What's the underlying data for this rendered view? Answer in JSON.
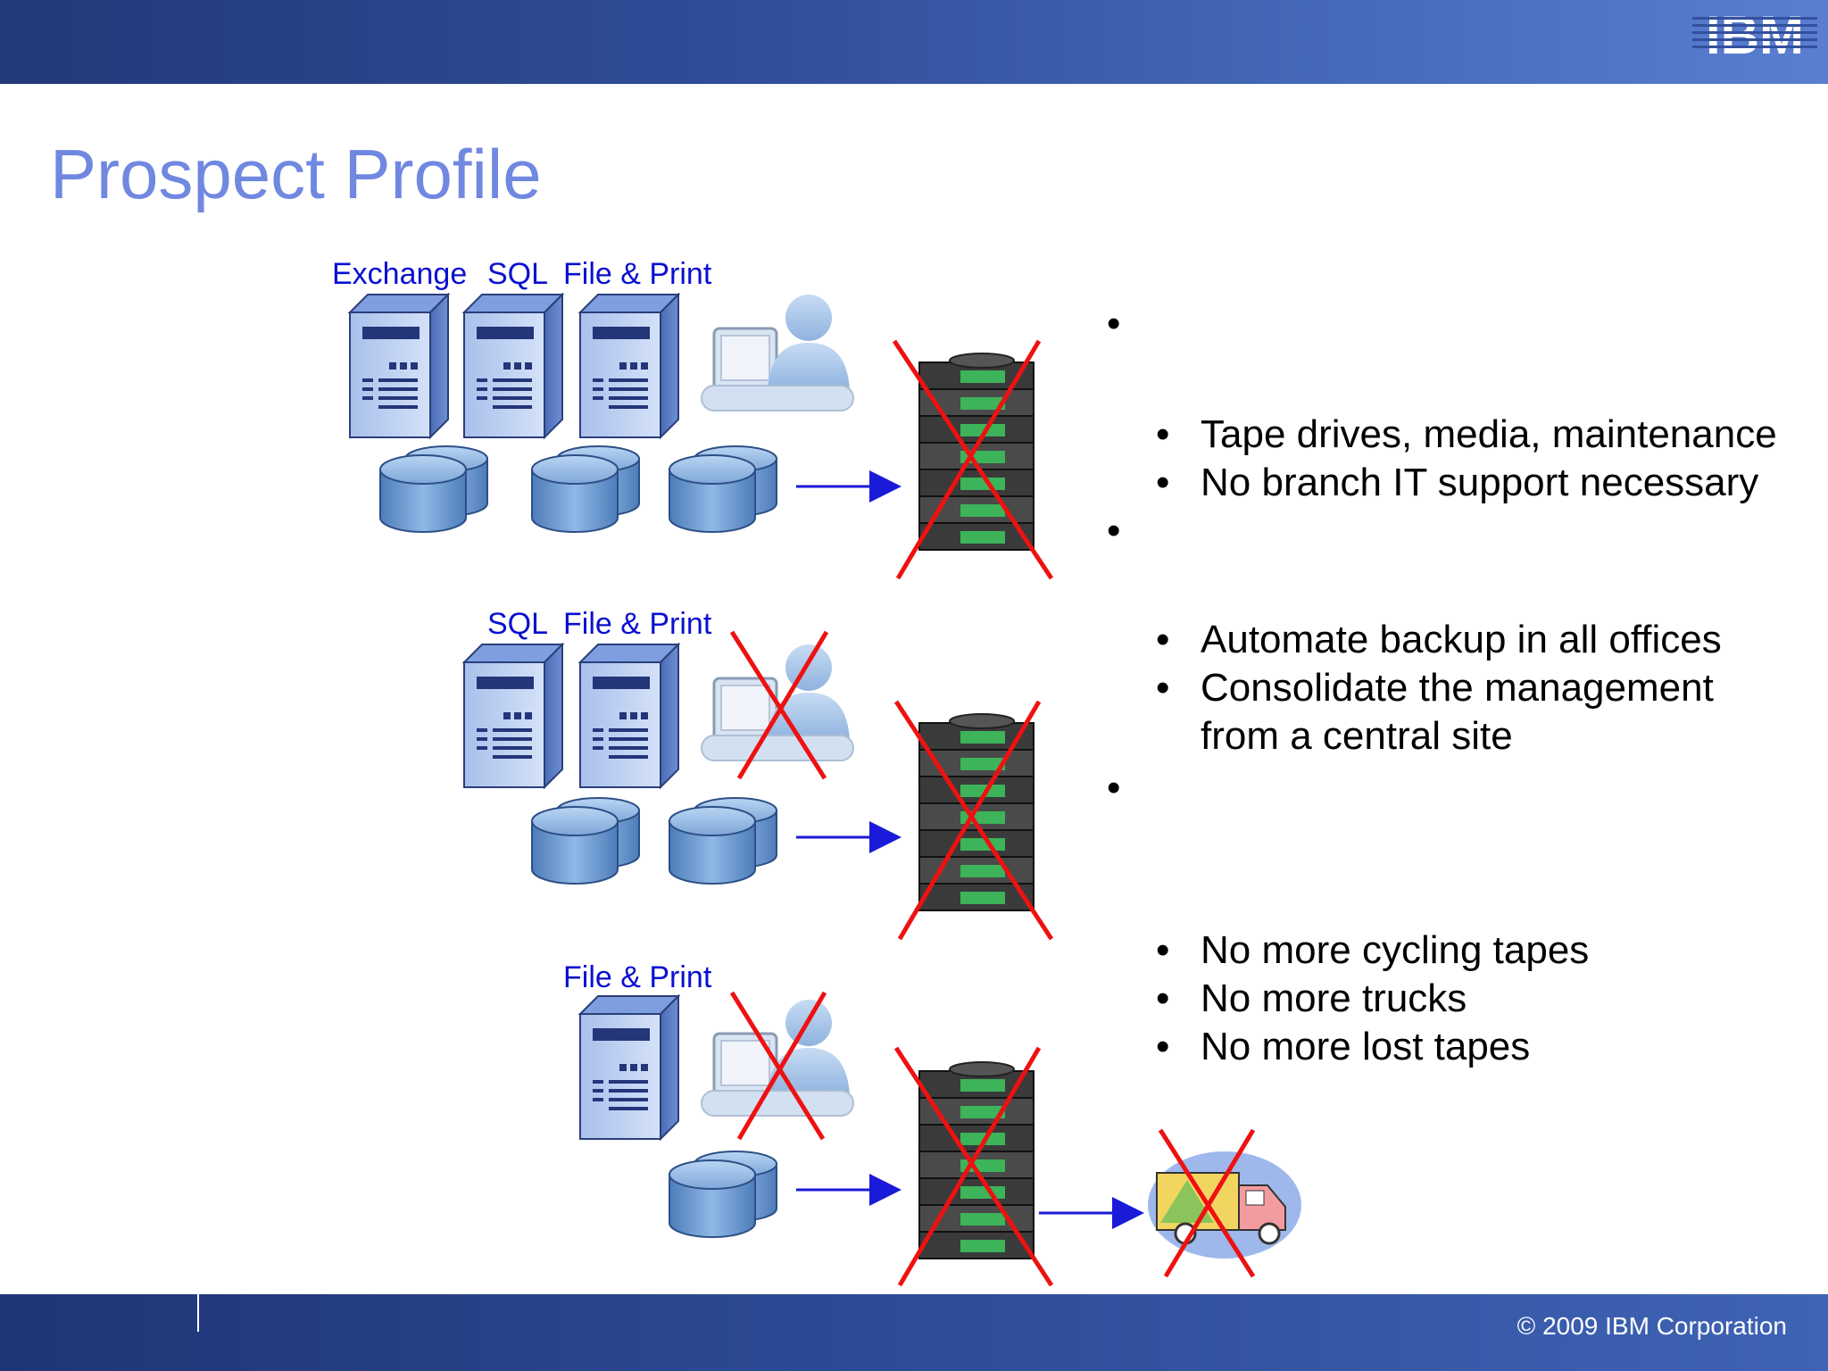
{
  "slide": {
    "title": "Prospect Profile",
    "footer": "© 2009 IBM Corporation",
    "logo_text": "IBM"
  },
  "rows": [
    {
      "labels": [
        "Exchange",
        "SQL",
        "File & Print"
      ]
    },
    {
      "labels": [
        "SQL",
        "File & Print"
      ]
    },
    {
      "labels": [
        "File & Print"
      ]
    }
  ],
  "bullets": {
    "level2_group1": [
      "Tape drives, media, maintenance",
      "No branch IT support necessary"
    ],
    "level2_group2": [
      "Automate backup in all offices",
      "Consolidate the management from a central site"
    ],
    "level2_group2_line2": "from a central site",
    "level2_group2_line1": "Consolidate the management",
    "level2_group3": [
      "No more cycling tapes",
      "No more trucks",
      "No more lost tapes"
    ]
  },
  "colors": {
    "title": "#7088e0",
    "label": "#0a10d0",
    "cross": "#ee1111",
    "arrow": "#1a1ad8",
    "bar": "#2f4d98"
  },
  "icons": [
    "server-icon",
    "database-icon",
    "user-workstation-icon",
    "tape-stack-icon",
    "truck-icon",
    "arrow-icon",
    "cross-out-icon"
  ]
}
